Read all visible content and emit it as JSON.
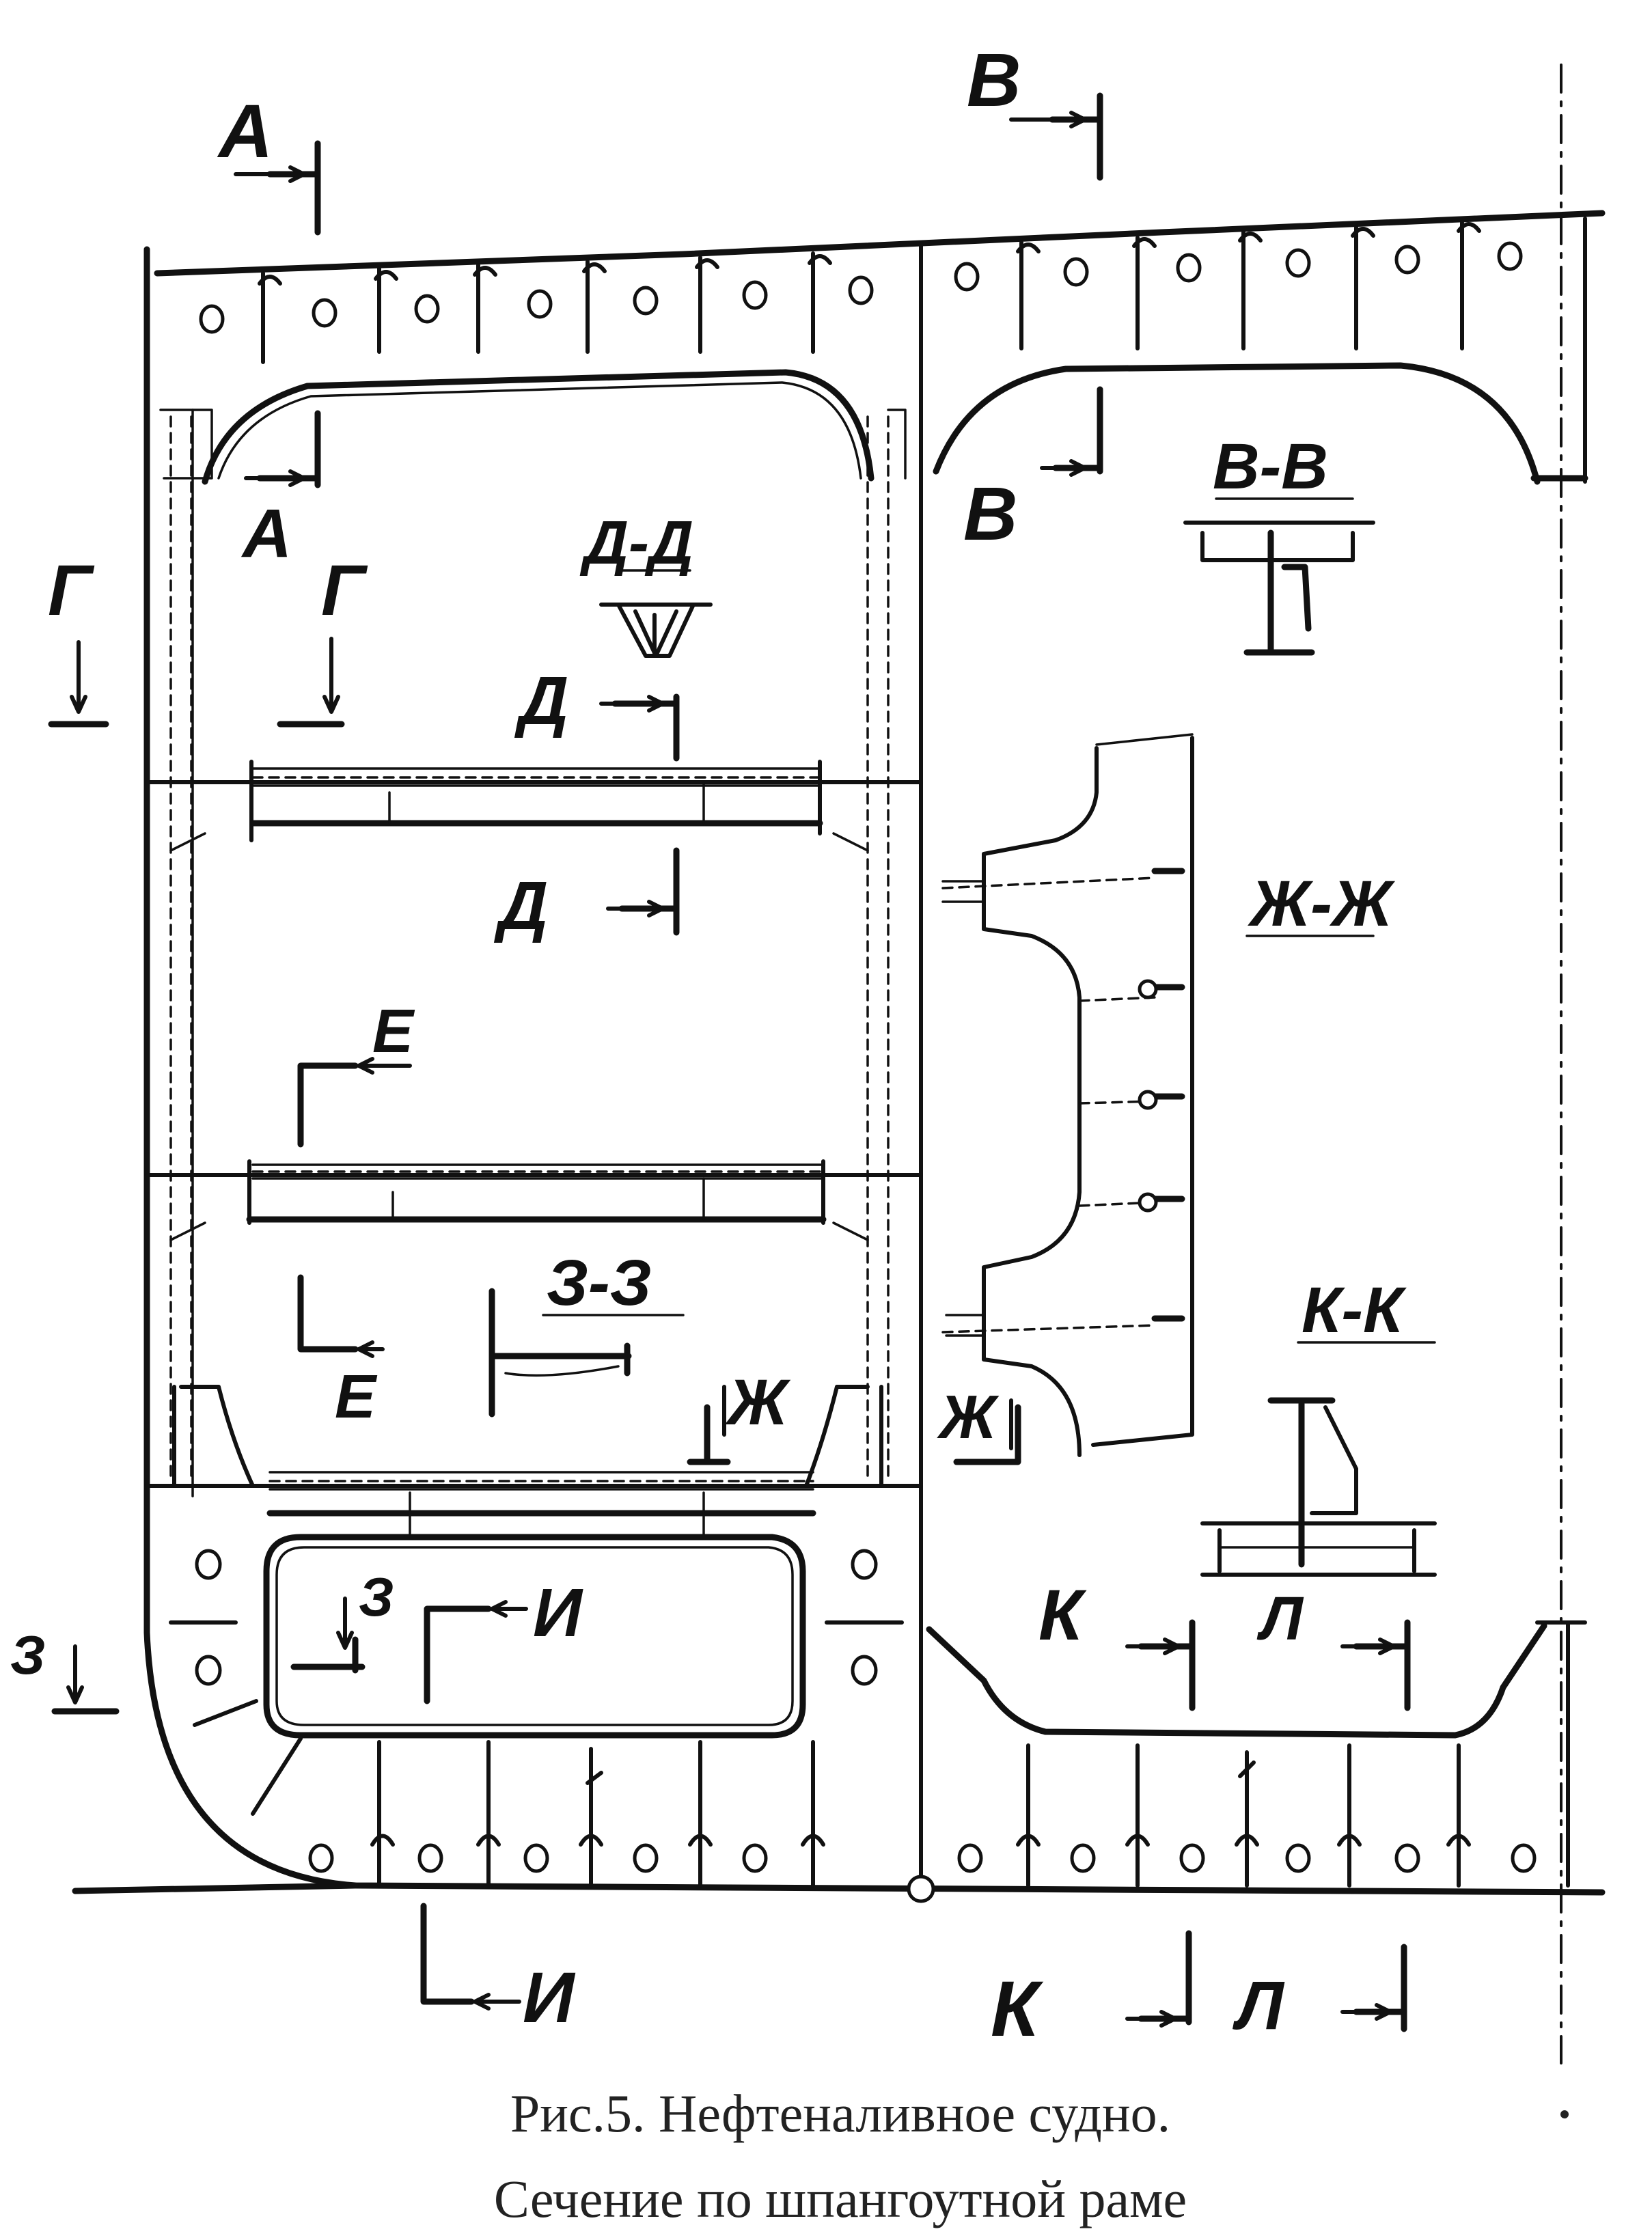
{
  "section_labels": {
    "A": "А",
    "V": "В",
    "G": "Г",
    "D": "Д",
    "E": "Е",
    "Zh": "Ж",
    "Z": "З",
    "I": "И",
    "K": "К",
    "L": "Л"
  },
  "section_titles": {
    "v_v": "В-В",
    "d_d": "Д-Д",
    "zh_zh": "Ж-Ж",
    "z_z": "З-З",
    "k_k": "К-К"
  },
  "caption": {
    "line1": "Рис.5. Нефтеналивное судно.",
    "line2": "Сечение по шпангоутной раме"
  }
}
